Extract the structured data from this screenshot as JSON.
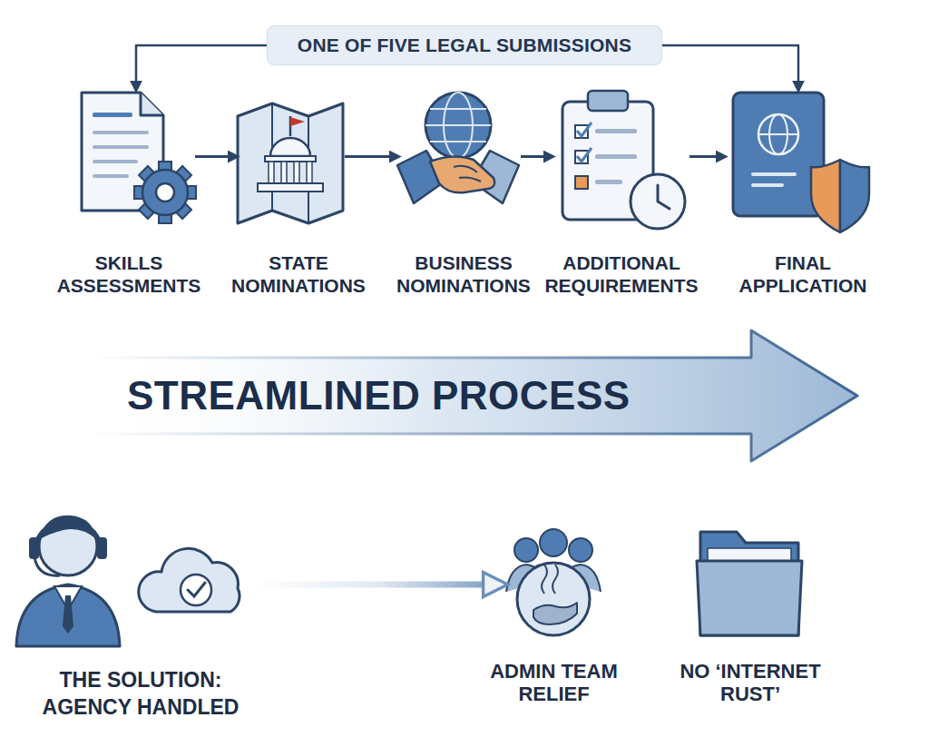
{
  "diagram": {
    "nodes": [
      {
        "text": [
          "ONE OF FIVE LEGAL SUBMISSIONS"
        ]
      },
      {
        "text": [
          "SKILLS ASSESSMENTS"
        ]
      },
      {
        "text": [
          "STATE NOMINATIONS"
        ]
      },
      {
        "text": [
          "BUSINESS NOMINATIONS"
        ]
      },
      {
        "text": [
          "ADDITIONAL REQUIREMENTS"
        ]
      },
      {
        "text": [
          "FINAL APPLICATION"
        ]
      },
      {
        "text": [
          "STREAMLINED PROCESS"
        ]
      },
      {
        "text": [
          "THE SOLUTION: AGENCY HANDLED"
        ]
      },
      {
        "text": [
          "ADMIN TEAM RELIEF"
        ]
      },
      {
        "text": [
          "NO ‘INTERNET RUST’"
        ]
      }
    ],
    "edges": [
      {
        "from": 0,
        "to": 1,
        "arrow": "to"
      },
      {
        "from": 0,
        "to": 5,
        "arrow": "to"
      },
      {
        "from": 1,
        "to": 2,
        "arrow": "to"
      },
      {
        "from": 2,
        "to": 3,
        "arrow": "to"
      },
      {
        "from": 3,
        "to": 4,
        "arrow": "to"
      },
      {
        "from": 4,
        "to": 5,
        "arrow": "to"
      },
      {
        "from": 7,
        "to": 8,
        "arrow": "to"
      }
    ]
  }
}
